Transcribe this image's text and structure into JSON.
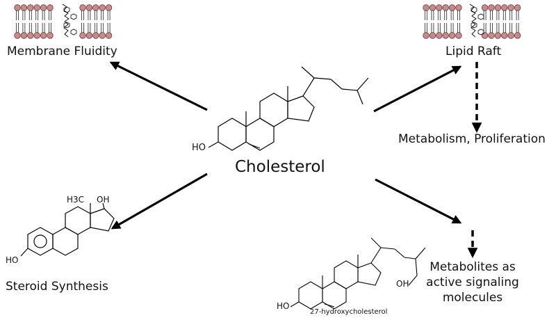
{
  "center": {
    "label": "Cholesterol"
  },
  "nodes": {
    "membrane_fluidity": "Membrane Fluidity",
    "lipid_raft": "Lipid Raft",
    "metabolism_proliferation": "Metabolism, Proliferation",
    "steroid_synthesis": "Steroid Synthesis",
    "metabolites": [
      "Metabolites as",
      "active signaling",
      "molecules"
    ]
  },
  "molecules": {
    "cholesterol": {
      "hydroxyl": "HO"
    },
    "estradiol": {
      "methyl": "H3C",
      "hydroxyl_top": "OH",
      "hydroxyl_ring": "HO"
    },
    "hydroxycholesterol": {
      "name": "27-hydroxycholesterol",
      "hydroxyl_ring": "HO",
      "hydroxyl_tail": "OH"
    }
  },
  "colors": {
    "lipid_head": "#c98a8a",
    "lipid_head_stroke": "#6b3b3b",
    "ink": "#000000"
  },
  "icons": [
    "membrane-bilayer-icon",
    "cholesterol-structure-icon",
    "estradiol-structure-icon",
    "hydroxycholesterol-structure-icon",
    "arrow-icon",
    "dashed-arrow-icon"
  ]
}
